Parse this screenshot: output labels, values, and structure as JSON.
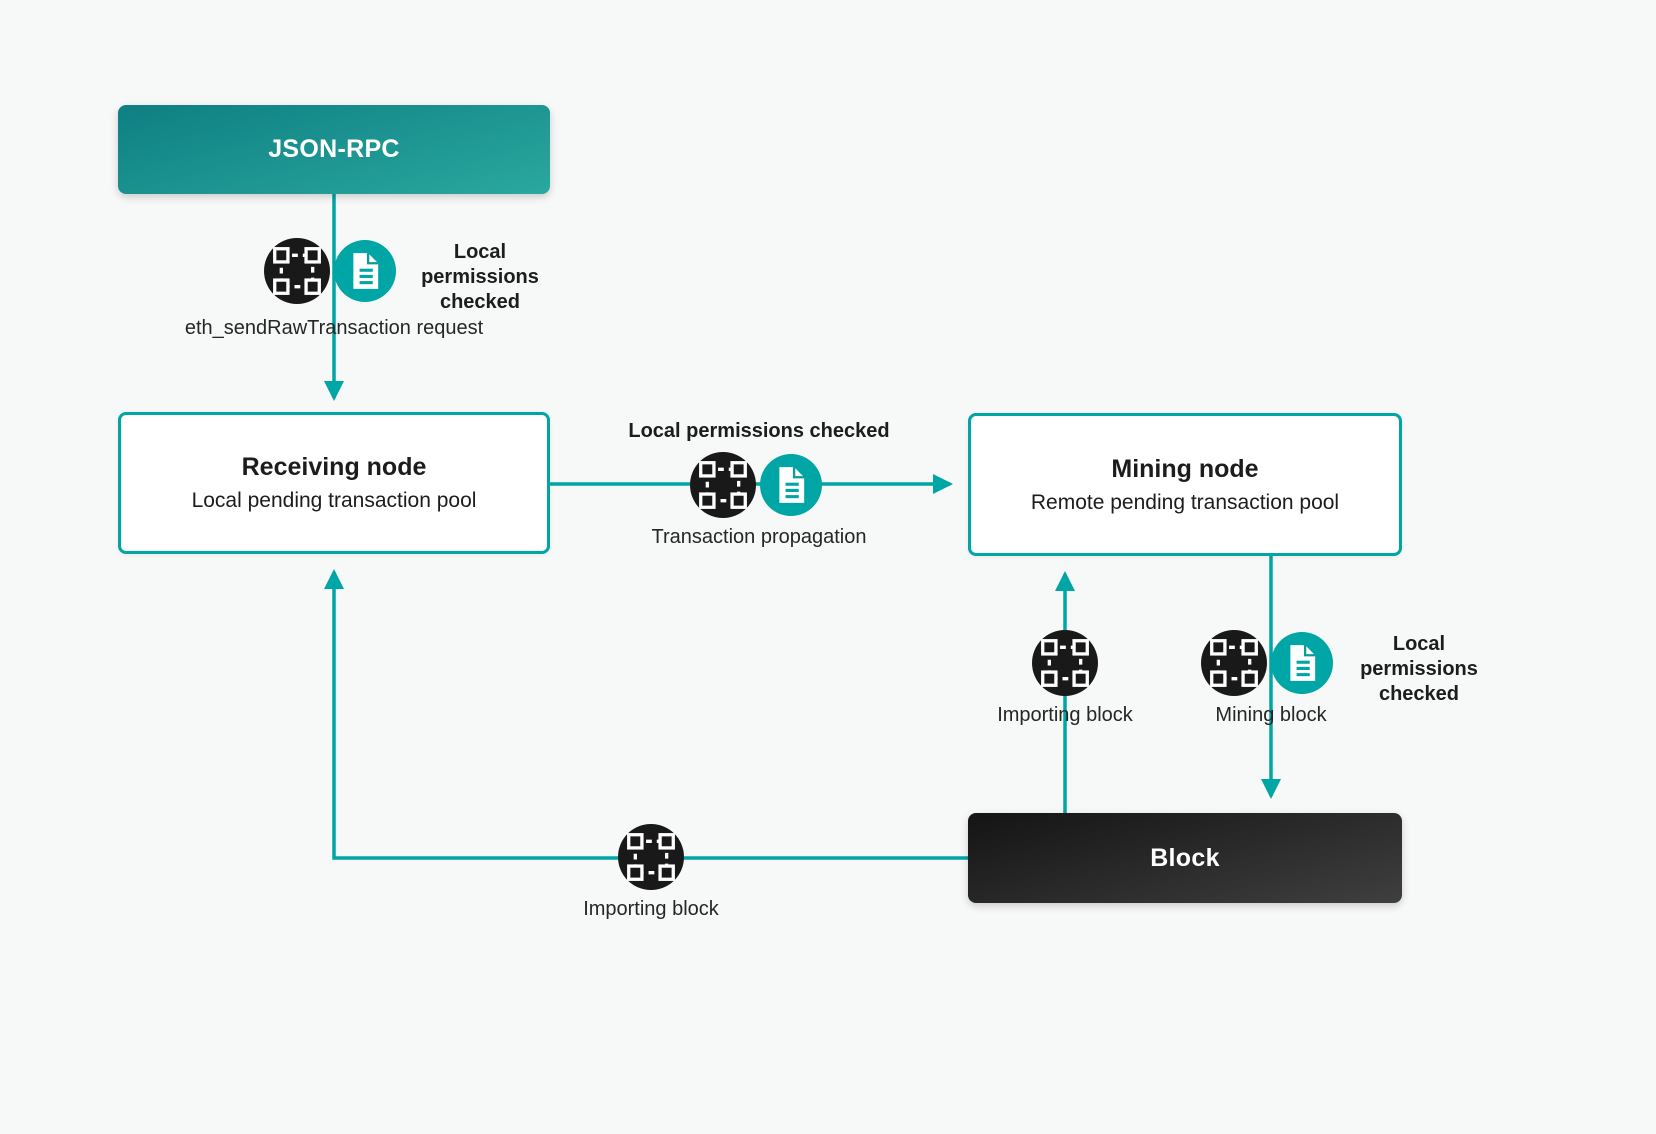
{
  "diagram": {
    "colors": {
      "teal_accent": "#00a5a5",
      "icon_dark": "#191919",
      "background": "#f7f8f8",
      "block_dark": "#141414"
    },
    "boxes": {
      "json_rpc": {
        "label": "JSON-RPC"
      },
      "receiving_node": {
        "title": "Receiving node",
        "subtitle": "Local pending transaction pool"
      },
      "mining_node": {
        "title": "Mining node",
        "subtitle": "Remote pending transaction pool"
      },
      "block": {
        "label": "Block"
      }
    },
    "annotations": {
      "send_raw_tx_permissions": "Local permissions checked",
      "send_raw_tx_request": "eth_sendRawTransaction request",
      "tx_propagation_permissions": "Local permissions checked",
      "tx_propagation": "Transaction propagation",
      "importing_block_to_mining": "Importing block",
      "mining_block": "Mining block",
      "mining_block_permissions": "Local permissions checked",
      "importing_block_to_receiving": "Importing block"
    }
  }
}
